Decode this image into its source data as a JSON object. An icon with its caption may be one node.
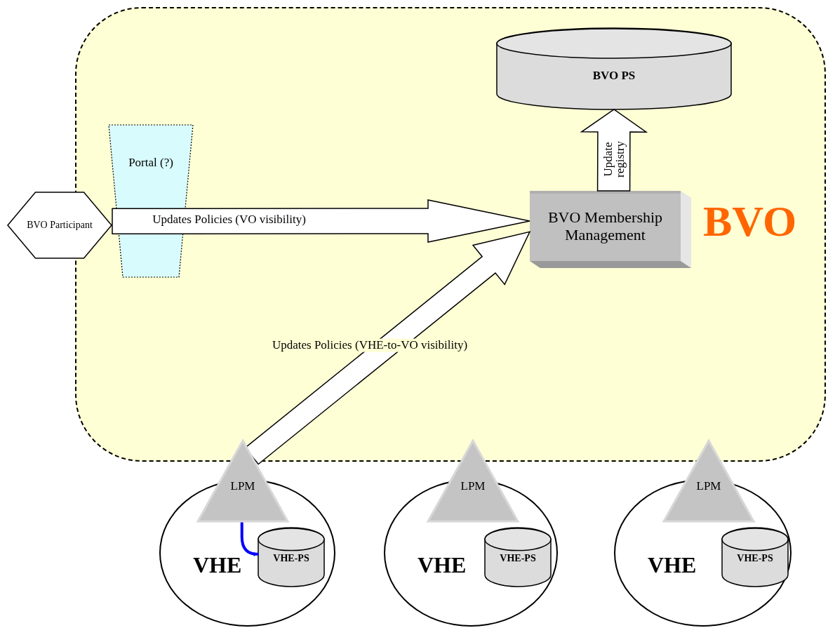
{
  "diagram": {
    "nodes": [
      {
        "text": [
          "BVO"
        ]
      },
      {
        "text": [
          "BVO PS"
        ],
        "in": 0
      },
      {
        "text": [
          "Portal (?)"
        ],
        "in": 0
      },
      {
        "text": [
          "BVO Participant"
        ]
      },
      {
        "text": [
          "BVO Membership Management"
        ],
        "in": 0
      },
      {
        "text": [
          "LPM"
        ]
      },
      {
        "text": [
          "LPM"
        ]
      },
      {
        "text": [
          "LPM"
        ]
      },
      {
        "text": [
          "VHE"
        ]
      },
      {
        "text": [
          "VHE-PS"
        ],
        "in": 8
      },
      {
        "text": [
          "VHE"
        ]
      },
      {
        "text": [
          "VHE-PS"
        ],
        "in": 10
      },
      {
        "text": [
          "VHE"
        ]
      },
      {
        "text": [
          "VHE-PS"
        ],
        "in": 12
      }
    ],
    "edges": [
      {
        "from": 3,
        "to": 4,
        "arrow": "to",
        "label": "Updates Policies (VO visibility)",
        "style": "thick"
      },
      {
        "from": 4,
        "to": 1,
        "arrow": "to",
        "label": "Update registry",
        "style": "thick"
      },
      {
        "from": 5,
        "to": 4,
        "arrow": "to",
        "label": "Updates Policies (VHE-to-VO visibility)",
        "style": "thick"
      },
      {
        "from": 5,
        "to": 9,
        "arrow": "to",
        "color": "#0000ff"
      }
    ]
  }
}
